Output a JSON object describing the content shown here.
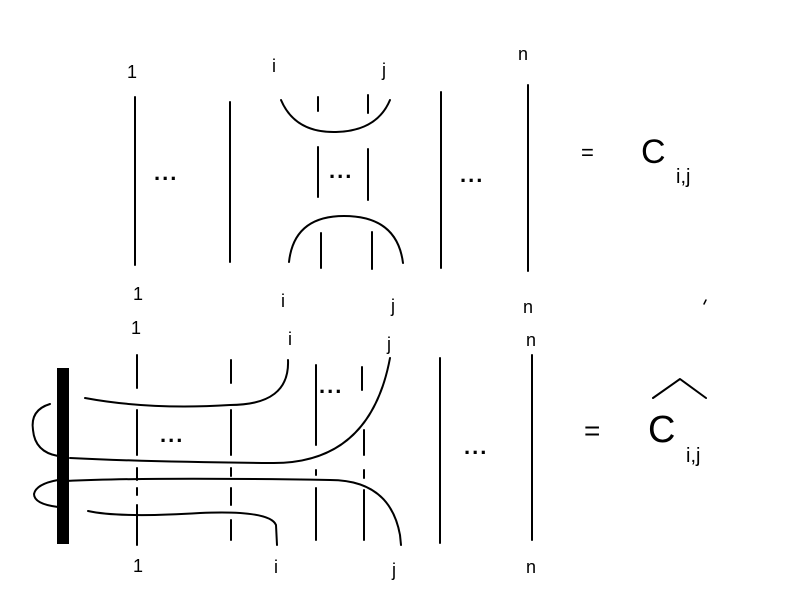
{
  "top": {
    "labels_top": {
      "first": "1",
      "i": "i",
      "j": "j",
      "n": "n"
    },
    "labels_bottom": {
      "first": "1",
      "i": "i",
      "j": "j",
      "n": "n"
    },
    "dots": {
      "left": "...",
      "middle": "...",
      "right": "..."
    },
    "equals": "=",
    "result": {
      "symbol": "C",
      "subscript": "i,j"
    }
  },
  "bottom": {
    "labels_top": {
      "first": "1",
      "i": "i",
      "j": "j",
      "n": "n"
    },
    "labels_bottom": {
      "first": "1",
      "i": "i",
      "j": "j",
      "n": "n"
    },
    "dots": {
      "left": "...",
      "middle": "...",
      "right": "..."
    },
    "equals": "=",
    "result": {
      "symbol": "C",
      "subscript": "i,j",
      "accent": "hat"
    }
  }
}
